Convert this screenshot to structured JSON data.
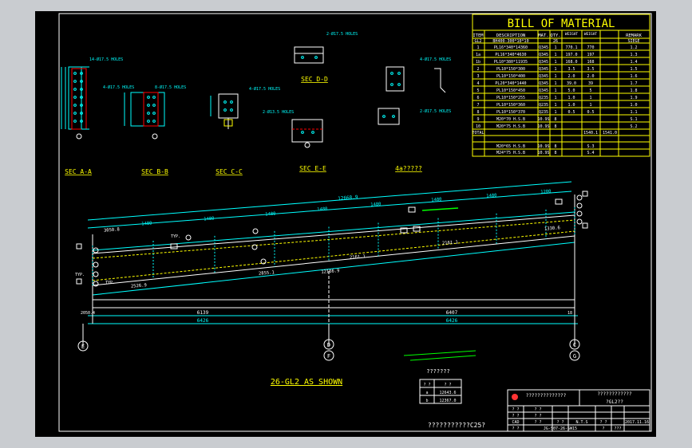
{
  "bom": {
    "title": "BILL OF MATERIAL",
    "headers": [
      "ITEM",
      "DESCRIPTION",
      "MAT.",
      "QTY.",
      "WEIGHT",
      "WEIGHT",
      "REMARK"
    ],
    "item0": [
      "GL2",
      "BH400-300*10*10",
      "",
      "26",
      "",
      "",
      "SIEGE"
    ],
    "rows": [
      [
        "1",
        "PL16*340*14360",
        "Q345",
        "1",
        "770.1",
        "770",
        "1.2"
      ],
      [
        "1a",
        "PL16*340*4630",
        "Q345",
        "1",
        "197.0",
        "197",
        "1.3"
      ],
      [
        "1b",
        "PL10*380*11935",
        "Q345",
        "1",
        "168.0",
        "168",
        "1.4"
      ],
      [
        "2",
        "PL10*150*300",
        "Q345",
        "1",
        "3.5",
        "3.5",
        "1.5"
      ],
      [
        "3",
        "PL10*150*400",
        "Q345",
        "1",
        "2.0",
        "2.0",
        "1.6"
      ],
      [
        "4",
        "PL20*340*1440",
        "Q345",
        "1",
        "39.0",
        "39",
        "1.7"
      ],
      [
        "5",
        "PL10*150*450",
        "Q345",
        "1",
        "5.0",
        "5",
        "1.8"
      ],
      [
        "6",
        "PL10*150*255",
        "Q235",
        "1",
        "1.0",
        "1",
        "1.9"
      ],
      [
        "7",
        "PL10*150*360",
        "Q235",
        "1",
        "1.0",
        "1",
        "1.0"
      ],
      [
        "8",
        "PL10*150*370",
        "Q235",
        "1",
        "0.5",
        "0.5",
        "1.1"
      ],
      [
        "9",
        "M20*70 H.S.B",
        "10.9S",
        "8",
        "",
        "",
        "S.1"
      ],
      [
        "10",
        "M20*75 H.S.B",
        "10.9S",
        "8",
        "",
        "",
        "S.2"
      ]
    ],
    "sum_label": "TOTAL",
    "sum_values": [
      "1540.1",
      "1541.0"
    ],
    "extra_rows": [
      [
        "",
        "M20*65 H.S.B",
        "10.9S",
        "8",
        "",
        "",
        "S.3"
      ],
      [
        "",
        "M24*75 H.S.B",
        "10.9S",
        "8",
        "",
        "",
        "S.4"
      ]
    ]
  },
  "sections": {
    "a": "SEC A-A",
    "b": "SEC B-B",
    "c": "SEC C-C",
    "d": "SEC D-D",
    "e": "SEC E-E",
    "f": "4a?????",
    "hole1": "14-Ø17.5 HOLES",
    "hole2": "4-Ø17.5 HOLES",
    "hole3": "8-Ø17.5 HOLES",
    "hole4": "4-Ø17.5 HOLES",
    "hole5": "2-Ø17.5 HOLES",
    "hole6": "2-Ø17.5 HOLES",
    "hole7": "2-Ø13.5 HOLES"
  },
  "beam": {
    "top_total": "12668.9",
    "seg": [
      "1480",
      "1480",
      "1480",
      "1480",
      "1480",
      "1480",
      "1480",
      "1200"
    ],
    "seg_left": "3050.8",
    "seg_right": "1330.6",
    "mid_dim1": "2161.1",
    "mid_dim2": "2161.1",
    "lower_dim1": "2855.1",
    "lower_dim2": "12166.9",
    "left_dim": "2526.9",
    "bottom_left": "6139",
    "bottom_right": "6407",
    "bottom_total_left": "6426",
    "bottom_total_right": "6426",
    "col_left_dim": "2050.4",
    "col_right_dim": "18",
    "typ": "TYP."
  },
  "grid": {
    "e": "E",
    "d": "D",
    "f": "F",
    "c": "C",
    "g": "G"
  },
  "main_title": "26-GL2 AS SHOWN",
  "small_table": {
    "title": "???????",
    "headers": [
      "? ?",
      "? ?"
    ],
    "rows": [
      [
        "a",
        "12643.6"
      ],
      [
        "b",
        "12367.0"
      ]
    ]
  },
  "title_block": {
    "company": "??????????????",
    "project": "????????????",
    "sheet_name": "?GL2??",
    "cells": [
      "? ?",
      "? ?",
      "? ?",
      "? ?",
      "? ?",
      "? ?",
      "? ?",
      "? ?"
    ],
    "cad": "CAD",
    "scale": "N.T.S",
    "date": "2017.11.16",
    "drawing_no": "JG-S07-26-SW15",
    "sheet_q": "?",
    "sheet_num": "???"
  },
  "footer_note": "???????????C25?"
}
